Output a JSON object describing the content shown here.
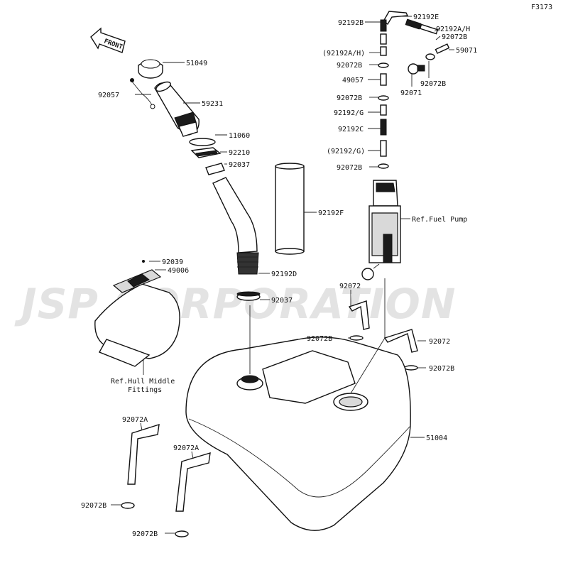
{
  "figure_code": "F3173",
  "front_label": "FRONT",
  "watermark": "JSP CORPORATION",
  "labels": {
    "p51049": "51049",
    "p92057": "92057",
    "p59231": "59231",
    "p11060": "11060",
    "p92210": "92210",
    "p92037a": "92037",
    "p92192F": "92192F",
    "p92039": "92039",
    "p49006": "49006",
    "p92192D": "92192D",
    "p92037b": "92037",
    "refHull1": "Ref.Hull Middle",
    "refHull2": "Fittings",
    "p92192B": "92192B",
    "p92192E": "92192E",
    "p92192AH_top": "92192A/H",
    "p92072B_top": "92072B",
    "p59071": "59071",
    "p92192AH_paren": "(92192A/H)",
    "p92072B_1": "92072B",
    "p49057": "49057",
    "p92072B_r": "92072B",
    "p92071": "92071",
    "p92072B_2": "92072B",
    "p92192G": "92192/G",
    "p92192C": "92192C",
    "p92192G_paren": "(92192/G)",
    "p92072B_3": "92072B",
    "refPump": "Ref.Fuel Pump",
    "p92072_a": "92072",
    "p92072B_4": "92072B",
    "p92072_b": "92072",
    "p92072B_5": "92072B",
    "p51004": "51004",
    "p92072A_1": "92072A",
    "p92072A_2": "92072A",
    "p92072B_6": "92072B",
    "p92072B_7": "92072B"
  }
}
